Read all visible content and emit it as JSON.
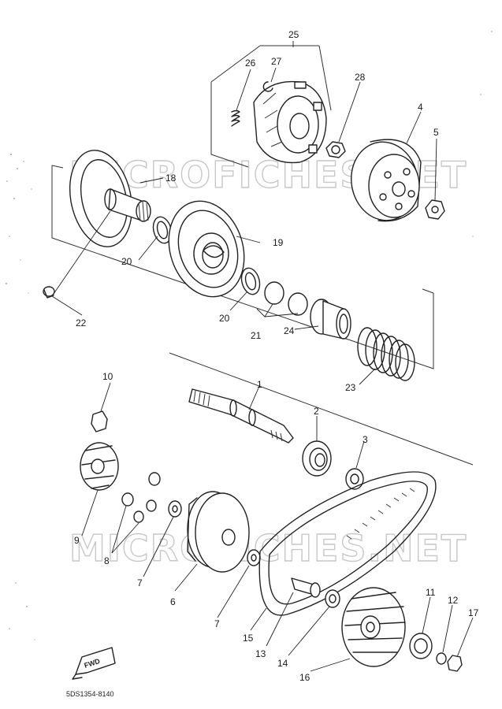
{
  "watermark": "MICROFICHES.NET",
  "figure_code": "5DS1354-8140",
  "direction_badge": "FWD",
  "callouts": {
    "p1": "1",
    "p2": "2",
    "p3": "3",
    "p4": "4",
    "p5": "5",
    "p6": "6",
    "p7a": "7",
    "p7b": "7",
    "p8": "8",
    "p9": "9",
    "p10": "10",
    "p11": "11",
    "p12": "12",
    "p13": "13",
    "p14": "14",
    "p15": "15",
    "p16": "16",
    "p17": "17",
    "p18": "18",
    "p19": "19",
    "p20a": "20",
    "p20b": "20",
    "p21": "21",
    "p22": "22",
    "p23": "23",
    "p24": "24",
    "p25": "25",
    "p26": "26",
    "p27": "27",
    "p28": "28"
  }
}
